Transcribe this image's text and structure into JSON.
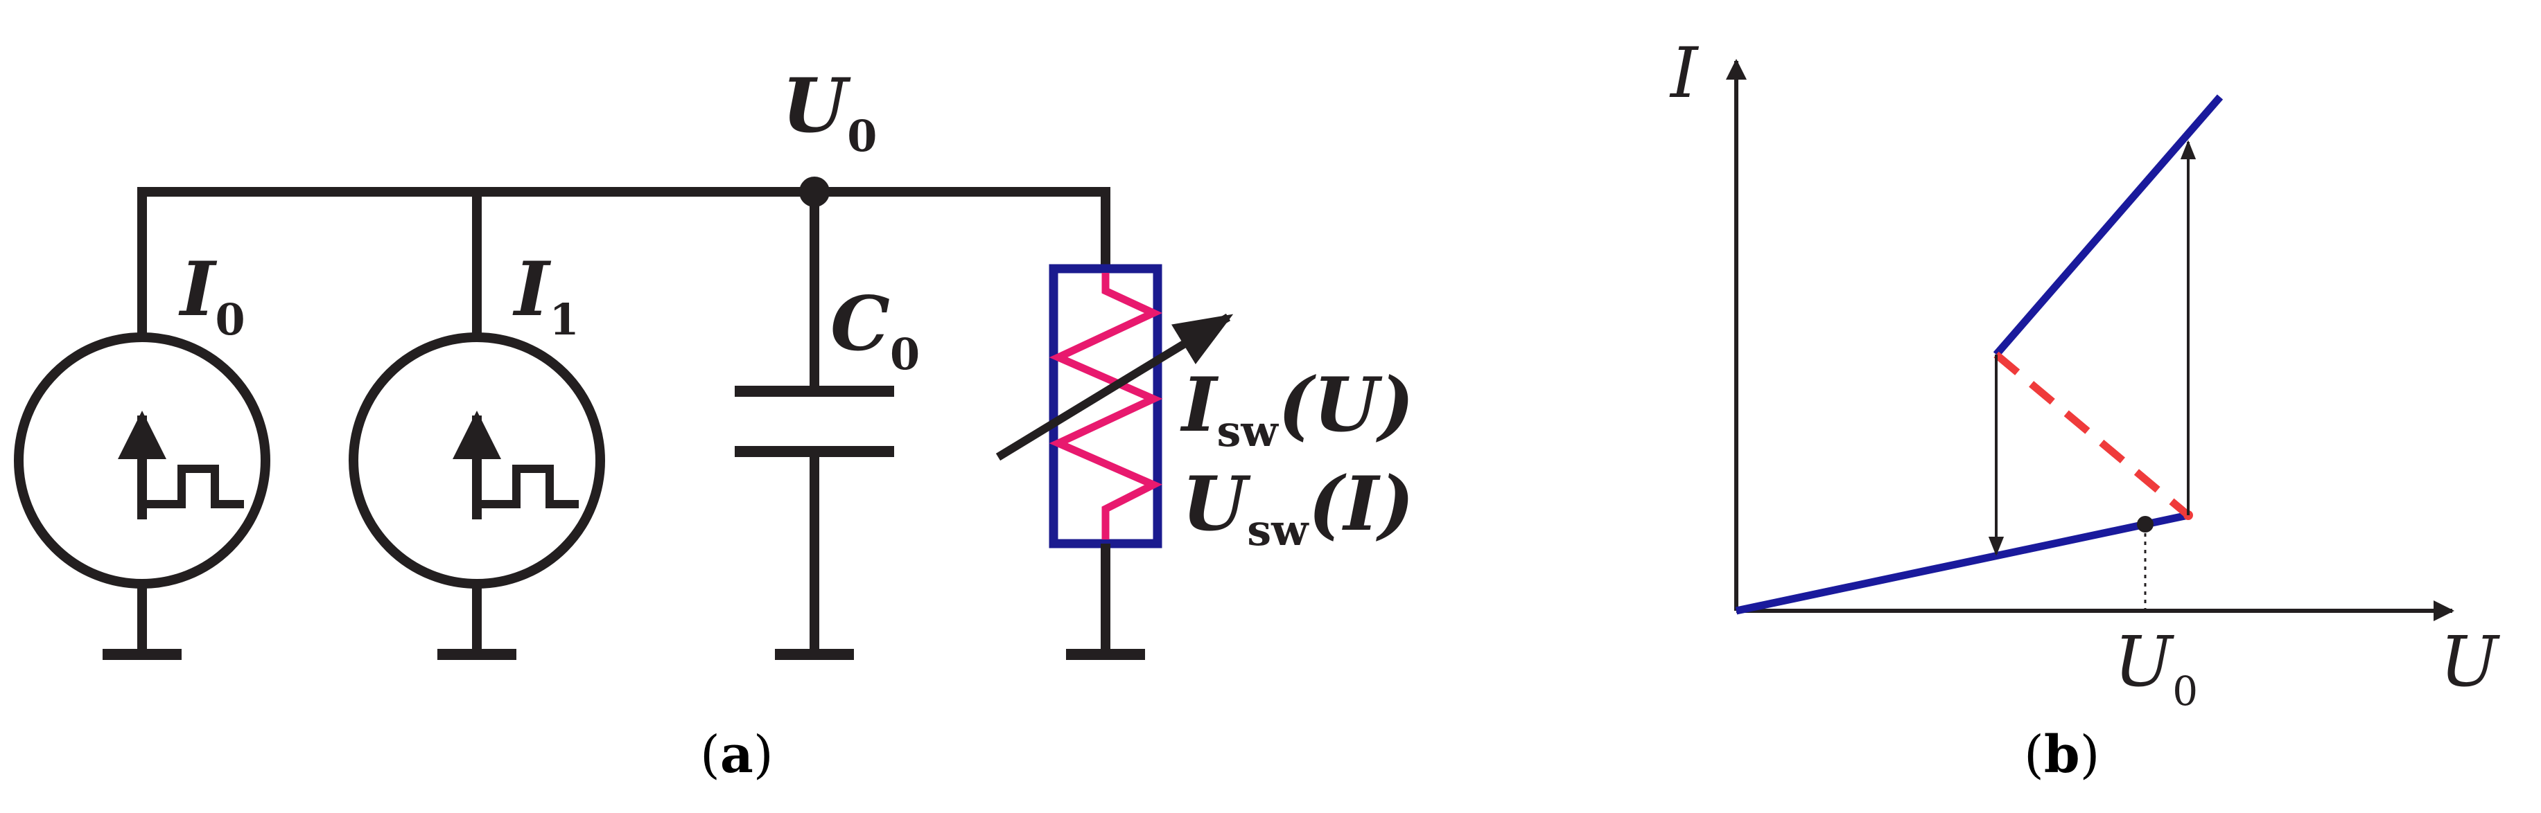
{
  "colors": {
    "wire": "#231f20",
    "switch_box": "#1b1b8f",
    "resistor_zigzag": "#e8196e",
    "curve_stable": "#1a1a9c",
    "curve_unstable": "#ef3b3b"
  },
  "panel_a": {
    "node_label": {
      "main": "U",
      "sub": "0"
    },
    "source_0_label": {
      "main": "I",
      "sub": "0"
    },
    "source_1_label": {
      "main": "I",
      "sub": "1"
    },
    "capacitor_label": {
      "main": "C",
      "sub": "0"
    },
    "switch_label_1": {
      "main": "I",
      "sub": "sw",
      "arg": "(U)"
    },
    "switch_label_2": {
      "main": "U",
      "sub": "sw",
      "arg": "(I)"
    },
    "caption": {
      "open": "(",
      "letter": "a",
      "close": ")"
    }
  },
  "panel_b": {
    "y_axis_label": "I",
    "x_axis_label": "U",
    "x_marker_label": {
      "main": "U",
      "sub": "0"
    },
    "caption": {
      "open": "(",
      "letter": "b",
      "close": ")"
    }
  }
}
